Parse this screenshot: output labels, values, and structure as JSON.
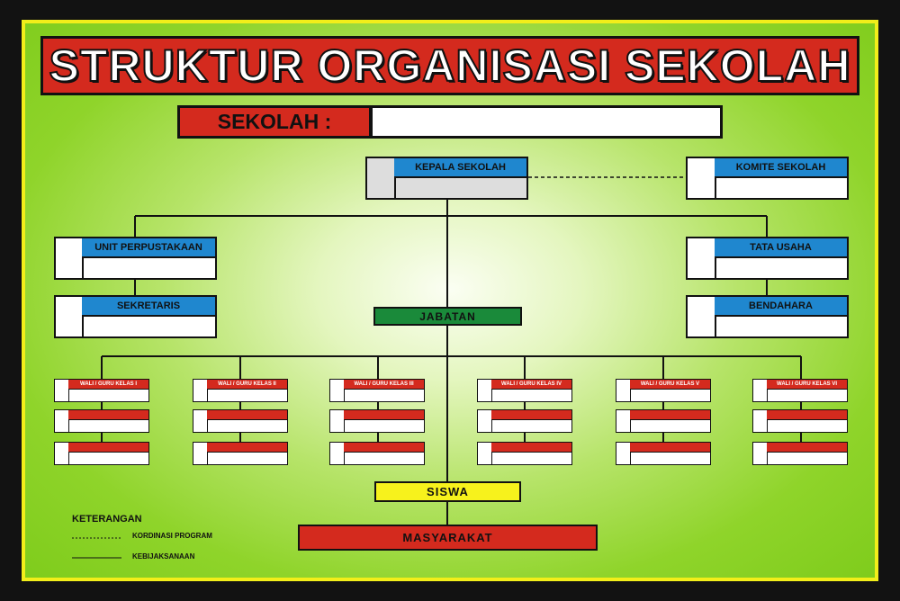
{
  "title": "STRUKTUR ORGANISASI SEKOLAH",
  "school_label": "SEKOLAH :",
  "school_value": "",
  "boxes": {
    "kepala": "KEPALA SEKOLAH",
    "komite": "KOMITE SEKOLAH",
    "perpustakaan": "UNIT PERPUSTAKAAN",
    "sekretaris": "SEKRETARIS",
    "tata_usaha": "TATA USAHA",
    "bendahara": "BENDAHARA",
    "jabatan": "JABATAN",
    "siswa": "SISWA",
    "masyarakat": "MASYARAKAT"
  },
  "classes": [
    "WALI / GURU KELAS I",
    "WALI / GURU KELAS II",
    "WALI / GURU KELAS III",
    "WALI / GURU KELAS IV",
    "WALI / GURU KELAS V",
    "WALI / GURU KELAS VI"
  ],
  "legend": {
    "heading": "KETERANGAN",
    "dashed_label": "KORDINASI PROGRAM",
    "solid_label": "KEBIJAKSANAAN"
  },
  "colors": {
    "red": "#d42a1e",
    "blue": "#1f87cf",
    "green": "#1a8a3a",
    "yellow": "#f7f21c",
    "border": "#f2ee1a"
  }
}
